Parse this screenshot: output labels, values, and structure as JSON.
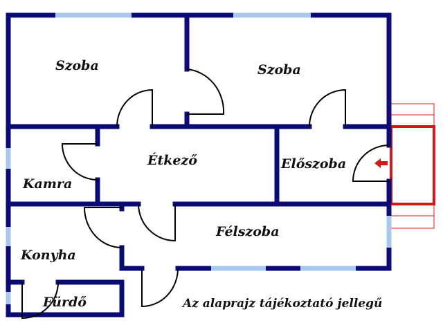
{
  "rooms": {
    "szoba_left": "Szoba",
    "szoba_right": "Szoba",
    "etkezo": "Étkező",
    "eloszoba": "Előszoba",
    "kamra": "Kamra",
    "felszoba": "Félszoba",
    "konyha": "Konyha",
    "furdo": "Fürdő"
  },
  "caption": "Az alaprajz tájékoztató jellegű",
  "colors": {
    "wall": "#0b0b78",
    "window": "#a9c9ec",
    "entrance": "#d81818"
  }
}
